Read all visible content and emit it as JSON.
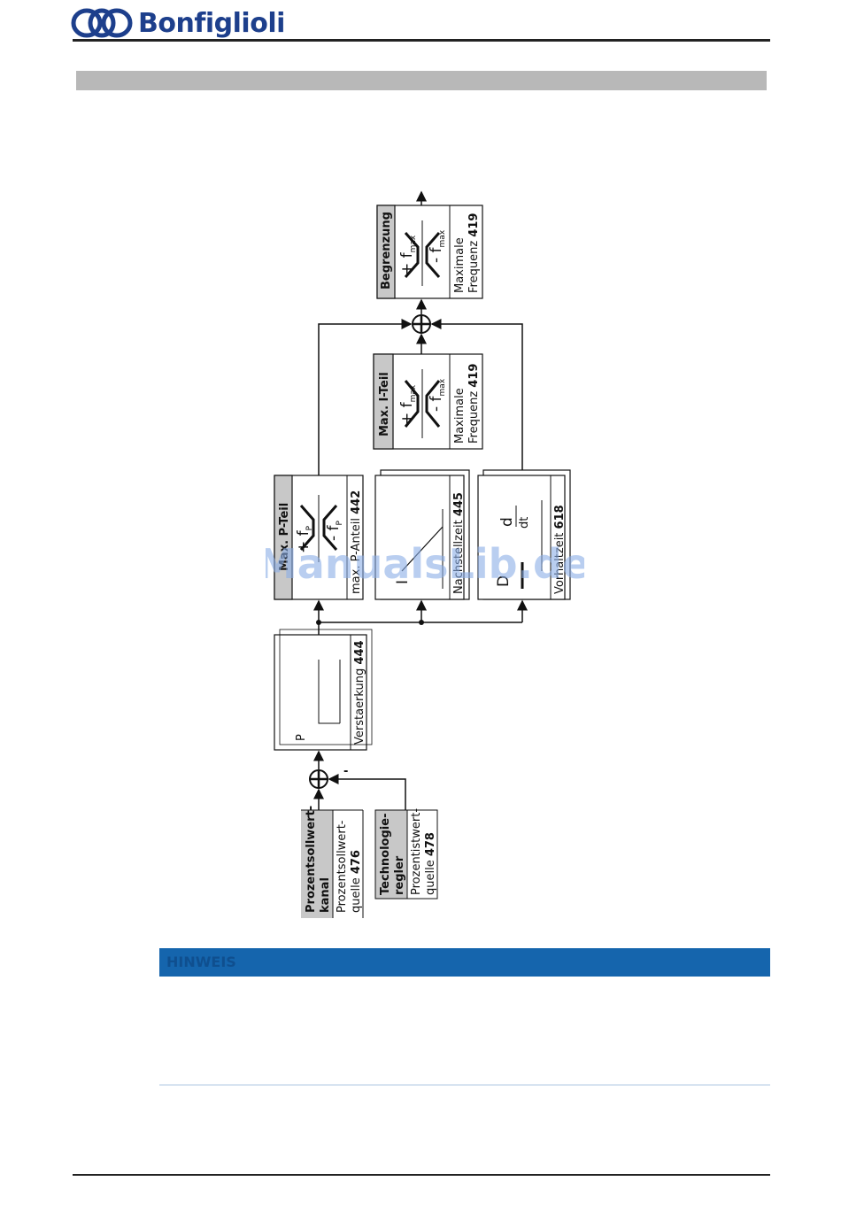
{
  "header": {
    "brand": "Bonfiglioli",
    "brand_color": "#1d3f8c"
  },
  "diagram": {
    "blocks": {
      "begrenzung": {
        "title": "Begrenzung",
        "plus": "+ f",
        "plus_sub": "max",
        "minus": "- f",
        "minus_sub": "max",
        "param_line1": "Maximale",
        "param_line2": "Frequenz ",
        "param_num": "419"
      },
      "max_i": {
        "title": "Max. I-Teil",
        "plus": "+ f",
        "plus_sub": "max",
        "minus": "- f",
        "minus_sub": "max",
        "param_line1": "Maximale",
        "param_line2": "Frequenz ",
        "param_num": "419"
      },
      "max_p": {
        "title": "Max. P-Teil",
        "plus": "+ f",
        "plus_sub": "P",
        "minus": "- f",
        "minus_sub": "P",
        "param": "max. P-Anteil ",
        "param_num": "442"
      },
      "nachstell": {
        "sym": "I",
        "param": "Nachstellzeit ",
        "param_num": "445"
      },
      "vorhalt": {
        "sym_num": "d",
        "sym_den": "dt",
        "sym_d": "D",
        "param": "Vorhaltzeit ",
        "param_num": "618"
      },
      "verstaerkung": {
        "sym": "P",
        "param": "Verstaerkung ",
        "param_num": "444"
      },
      "prozent": {
        "title1": "Prozentsollwert-",
        "title2": "kanal",
        "param1": "Prozentsollwert-",
        "param2": "quelle ",
        "param_num": "476"
      },
      "techno": {
        "title1": "Technologie-",
        "title2": "regler",
        "param1": "Prozentistwert-",
        "param2": "quelle ",
        "param_num": "478"
      }
    },
    "minus_sign": "-",
    "watermark": "ManualsLib.de"
  },
  "note": {
    "label": "HINWEIS",
    "bar_color": "#1565ad"
  }
}
